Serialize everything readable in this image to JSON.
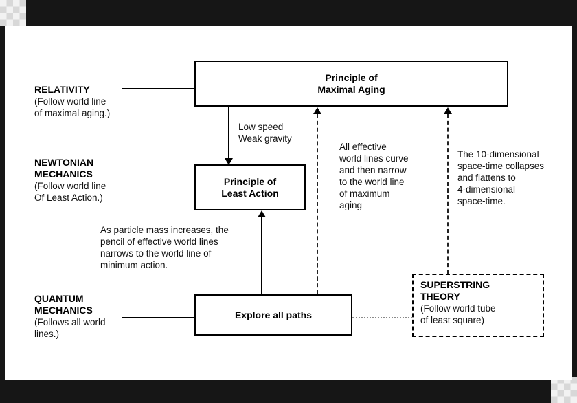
{
  "canvas": {
    "background": "#161616",
    "paper": "#ffffff",
    "line_color": "#000000"
  },
  "nodes": {
    "maximal_aging": {
      "label": "Principle of\nMaximal Aging"
    },
    "least_action": {
      "label": "Principle of\nLeast Action"
    },
    "explore_paths": {
      "label": "Explore all paths"
    },
    "superstring": {
      "title": "SUPERSTRING\nTHEORY",
      "subtitle": "(Follow world tube\nof least square)"
    }
  },
  "side_labels": {
    "relativity": {
      "title": "RELATIVITY",
      "subtitle": "(Follow world line\nof maximal aging.)"
    },
    "newtonian": {
      "title": "NEWTONIAN\nMECHANICS",
      "subtitle": "(Follow world line\nOf Least Action.)"
    },
    "quantum": {
      "title": "QUANTUM\nMECHANICS",
      "subtitle": "(Follows all world\nlines.)"
    }
  },
  "annotations": {
    "low_speed": "Low speed\nWeak gravity",
    "mass_increase": "As particle mass increases, the\npencil of effective world lines\nnarrows to the world line of\nminimum action.",
    "world_lines_curve": "All effective\nworld lines curve\nand then narrow\nto the world line\nof maximum\naging",
    "ten_dimensional": "The 10-dimensional\nspace-time collapses\nand flattens to\n 4-dimensional\n space-time."
  }
}
